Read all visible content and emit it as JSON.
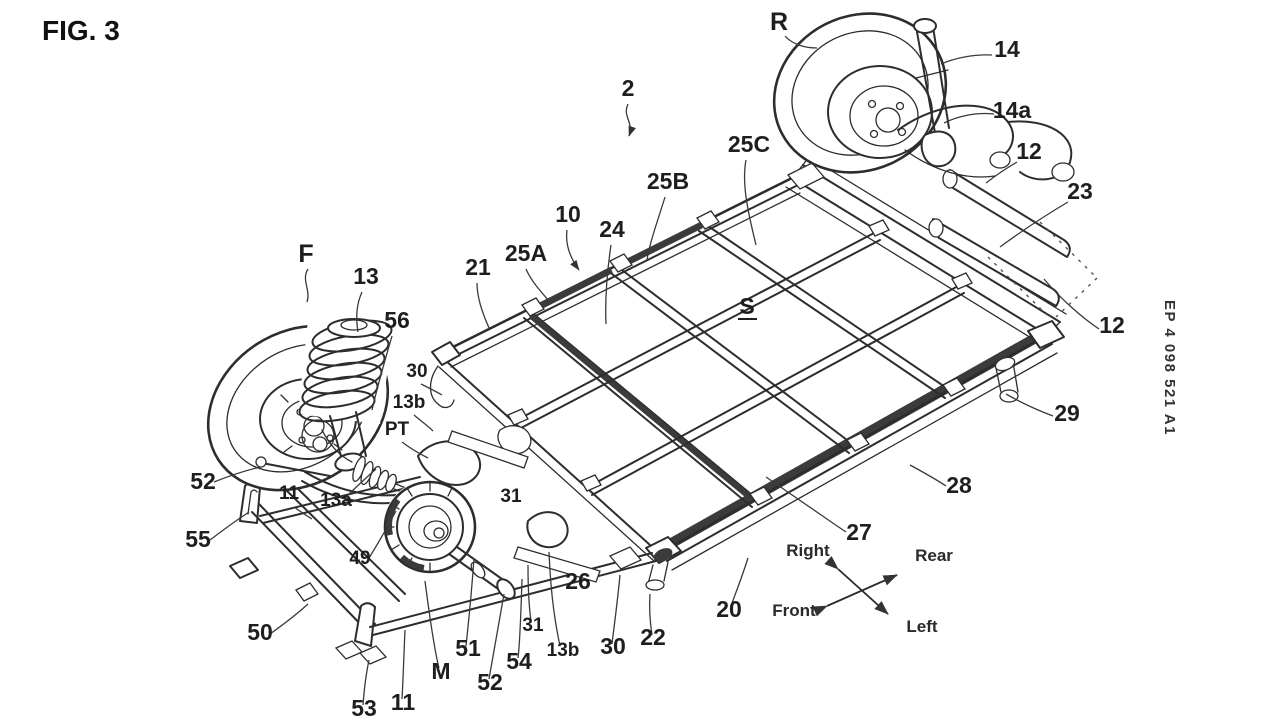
{
  "figure": {
    "label": "FIG. 3",
    "patent_number": "EP 4 098 521 A1"
  },
  "compass": {
    "right": "Right",
    "rear": "Rear",
    "front": "Front",
    "left": "Left"
  },
  "labels": [
    "2",
    "R",
    "14",
    "14a",
    "25C",
    "25B",
    "10",
    "24",
    "25A",
    "21",
    "12",
    "23",
    "12",
    "29",
    "28",
    "27",
    "S",
    "F",
    "13",
    "56",
    "30",
    "13b",
    "PT",
    "52",
    "11",
    "13a",
    "55",
    "49",
    "50",
    "53",
    "11",
    "M",
    "51",
    "52",
    "54",
    "31",
    "31",
    "13b",
    "26",
    "30",
    "22",
    "20"
  ]
}
